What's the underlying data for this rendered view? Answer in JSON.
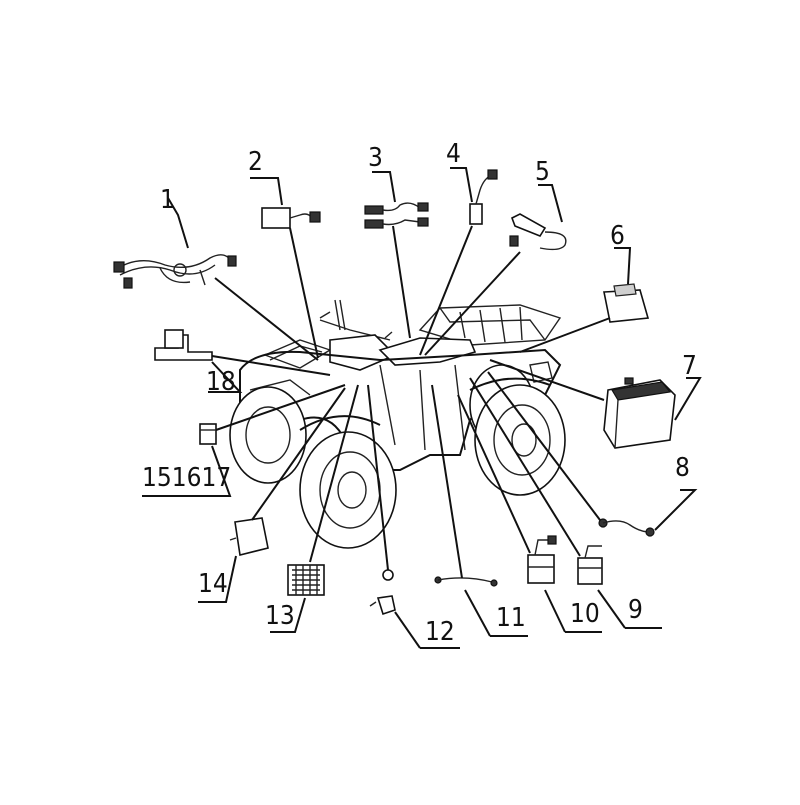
{
  "diagram": {
    "callouts": [
      "1",
      "2",
      "3",
      "4",
      "5",
      "6",
      "7",
      "8",
      "9",
      "10",
      "11",
      "12",
      "13",
      "14",
      "151617",
      "18"
    ]
  }
}
